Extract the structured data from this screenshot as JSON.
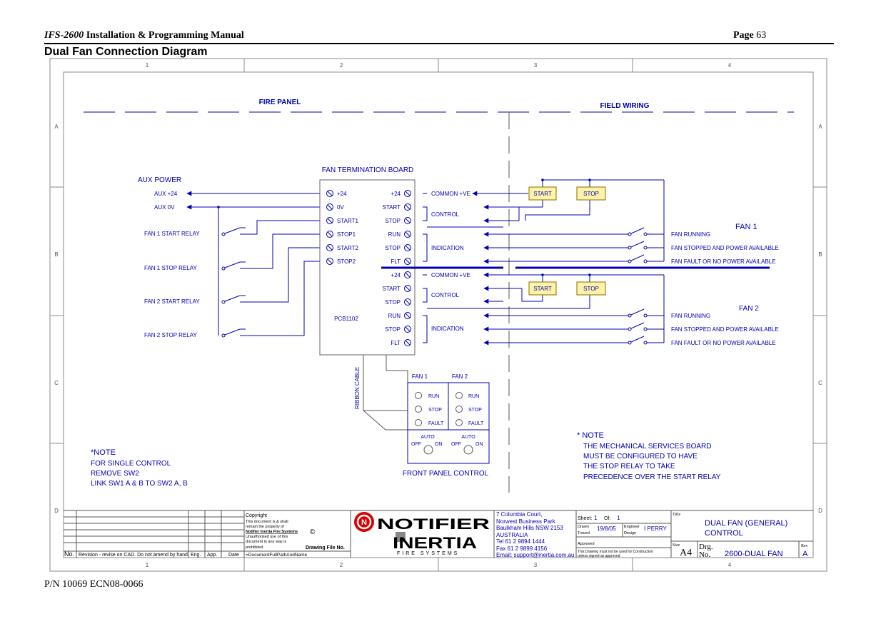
{
  "header": {
    "manual_italic": "IFS-2600",
    "manual_rest": " Installation & Programming Manual",
    "page_label": "Page ",
    "page_number": "63"
  },
  "page_title": "Dual Fan Connection Diagram",
  "footer": "P/N 10069 ECN08-0066",
  "grid": {
    "columns": [
      "1",
      "2",
      "3",
      "4"
    ],
    "rows": [
      "A",
      "B",
      "C",
      "D"
    ]
  },
  "sections": {
    "fire_panel": "FIRE PANEL",
    "field_wiring": "FIELD WIRING"
  },
  "aux": {
    "title": "AUX POWER",
    "plus24": "AUX +24",
    "zero_v": "AUX 0V"
  },
  "relays": [
    "FAN 1 START RELAY",
    "FAN 1 STOP RELAY",
    "FAN 2 START RELAY",
    "FAN 2 STOP RELAY"
  ],
  "board": {
    "title": "FAN TERMINATION BOARD",
    "left_terminals": [
      "+24",
      "0V",
      "START1",
      "STOP1",
      "START2",
      "STOP2"
    ],
    "right_terminals": [
      "+24",
      "START",
      "STOP",
      "RUN",
      "STOP",
      "FLT",
      "+24",
      "START",
      "STOP",
      "RUN",
      "STOP",
      "FLT"
    ],
    "pcb": "PCB1102"
  },
  "groups": {
    "common1": "COMMON +VE",
    "control1": "CONTROL",
    "indication1": "INDICATION",
    "common2": "COMMON +VE",
    "control2": "CONTROL",
    "indication2": "INDICATION"
  },
  "buttons": {
    "start": "START",
    "stop": "STOP"
  },
  "fan1": {
    "title": "FAN 1",
    "outputs": [
      "FAN RUNNING",
      "FAN STOPPED AND POWER AVAILABLE",
      "FAN FAULT OR NO POWER AVAILABLE"
    ]
  },
  "fan2": {
    "title": "FAN 2",
    "outputs": [
      "FAN RUNNING",
      "FAN STOPPED AND POWER AVAILABLE",
      "FAN FAULT OR NO POWER AVAILABLE"
    ]
  },
  "ribbon": "RIBBON CABLE",
  "front_panel": {
    "col1": "FAN 1",
    "col2": "FAN 2",
    "leds": [
      "RUN",
      "STOP",
      "FAULT"
    ],
    "auto": "AUTO",
    "off": "OFF",
    "on": "ON",
    "caption": "FRONT PANEL CONTROL"
  },
  "note_left": [
    "*NOTE",
    "FOR SINGLE CONTROL",
    "REMOVE SW2",
    "LINK SW1 A & B TO SW2 A, B"
  ],
  "note_right": [
    "* NOTE",
    "THE MECHANICAL SERVICES BOARD",
    "MUST BE CONFIGURED TO HAVE",
    "THE STOP RELAY TO TAKE",
    "PRECEDENCE OVER THE START RELAY"
  ],
  "title_block": {
    "rev_no": "No.",
    "rev_text": "Revision - revise on CAD.  Do not amend by hand",
    "rev_eng": "Eng.",
    "rev_app": "App.",
    "rev_date": "Date",
    "copyright_lines": [
      "Copyright",
      "This document is & shall",
      "remain the property of",
      "Notifier Inertia Fire Systems",
      "Unauthorised use of this",
      "document in any way is",
      "prohibited."
    ],
    "copyright_symbol": "©",
    "drawing_file_label": "Drawing File No.",
    "drawing_file_value": "=DocumentFullPathAndName",
    "logo_notifier": "NOTIFIER",
    "logo_inertia": "INERTIA",
    "logo_fire": "FIRE SYSTEMS",
    "address": [
      "7 Columbia Court,",
      "Norwest Business Park",
      "Baulkham Hills NSW 2153",
      "AUSTRALIA",
      "Tel  61 2 9894 1444",
      "Fax  61 2 9899 4156",
      "Email: support@inertia.com.au"
    ],
    "sheet_label": "Sheet:",
    "sheet": "1",
    "of_label": "Of:",
    "of": "1",
    "drawn_label": "Drawn",
    "traced_label": "Traced",
    "date": "19/8/05",
    "engineer_label": "Engineer",
    "design_label": "Design",
    "engineer": "I PERRY",
    "approved_label": "Approved",
    "construction_note_1": "This Drawing must not be used for Construction",
    "construction_note_2": "unless signed as approved",
    "title_label": "Title",
    "title_1": "DUAL FAN (GENERAL)",
    "title_2": "CONTROL",
    "size_label": "Size",
    "size": "A4",
    "drg_label": "Drg.",
    "drg_no_label": "No.",
    "drg_no": "2600-DUAL FAN",
    "rev_label": "Rev",
    "rev": "A"
  },
  "colors": {
    "wire": "#0000b4",
    "line": "#555555",
    "button_fill": "#fff3a8",
    "button_border": "#8a6d00"
  }
}
